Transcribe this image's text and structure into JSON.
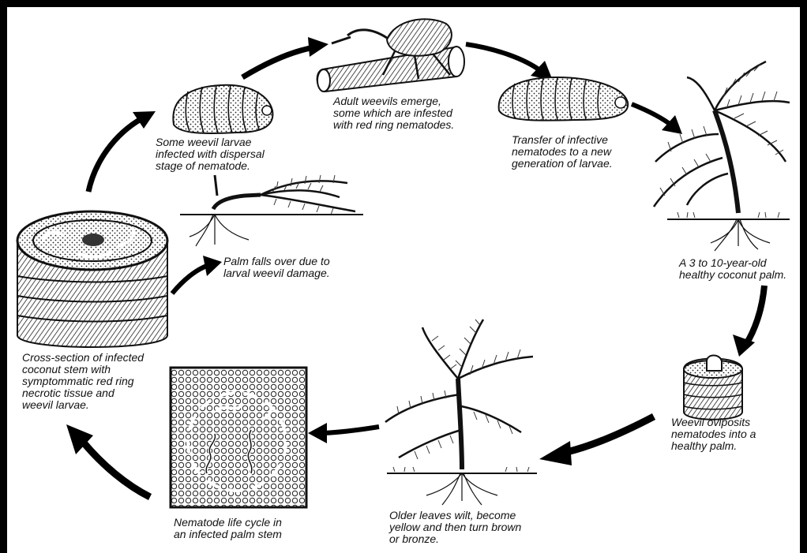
{
  "captions": {
    "larvae_infected": "Some weevil larvae\ninfected with dispersal\nstage of nematode.",
    "adult_emerge": "Adult weevils emerge,\nsome which are infested\nwith red ring nematodes.",
    "transfer": "Transfer of infective\nnematodes to a new\ngeneration of larvae.",
    "healthy_palm": "A 3 to 10-year-old\nhealthy coconut palm.",
    "oviposits": "Weevil oviposits\nnematodes into a\nhealthy palm.",
    "leaves_wilt": "Older leaves wilt, become\nyellow and then turn brown\nor bronze.",
    "nematode_cycle": "Nematode life cycle in\nan infected palm stem",
    "cross_section": "Cross-section of infected\ncoconut stem with\nsymptommatic red ring\nnecrotic tissue and\nweevil larvae.",
    "palm_falls": "Palm falls over due to\nlarval weevil damage."
  },
  "colors": {
    "ink": "#111111",
    "background": "#ffffff"
  }
}
